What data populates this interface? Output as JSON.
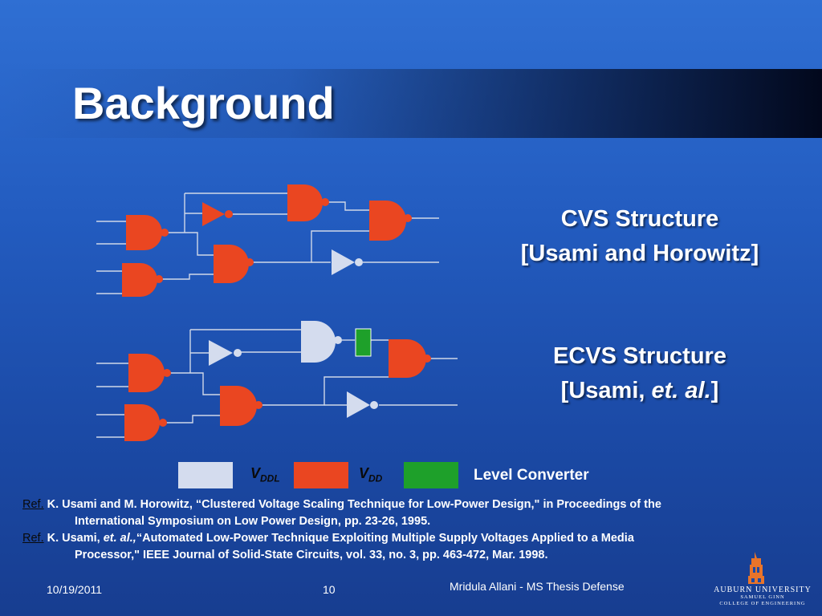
{
  "slide": {
    "title": "Background",
    "cvs_label_line1": "CVS Structure",
    "cvs_label_line2": "[Usami and Horowitz]",
    "ecvs_label_line1": "ECVS Structure",
    "ecvs_label_prefix": "[Usami, ",
    "ecvs_label_etal": "et. al.",
    "ecvs_label_suffix": "]"
  },
  "colors": {
    "vddl_gate": "#d4dcee",
    "vdd_gate": "#ea4621",
    "level_converter": "#1ea02a",
    "wire": "#d0d8e8"
  },
  "legend": {
    "vddl_main": "V",
    "vddl_sub": "DDL",
    "vdd_main": "V",
    "vdd_sub": "DD",
    "level_converter": "Level Converter"
  },
  "references": [
    {
      "tag": "Ref.",
      "line1": " K. Usami and M. Horowitz, “Clustered Voltage Scaling Technique for Low-Power Design,\" in Proceedings of the",
      "line2": "International Symposium on Low Power Design, pp. 23-26, 1995."
    },
    {
      "tag": "Ref.",
      "line1_a": " K. Usami, ",
      "line1_etal": "et. al.,",
      "line1_b": "“Automated Low-Power Technique Exploiting Multiple Supply Voltages Applied to a Media",
      "line2": "Processor,\" IEEE Journal of Solid-State Circuits, vol. 33, no. 3, pp. 463-472, Mar. 1998."
    }
  ],
  "footer": {
    "date": "10/19/2011",
    "page": "10",
    "author": "Mridula Allani - MS Thesis Defense"
  },
  "logo": {
    "name": "AUBURN UNIVERSITY",
    "sub1": "SAMUEL GINN",
    "sub2": "COLLEGE OF ENGINEERING"
  }
}
